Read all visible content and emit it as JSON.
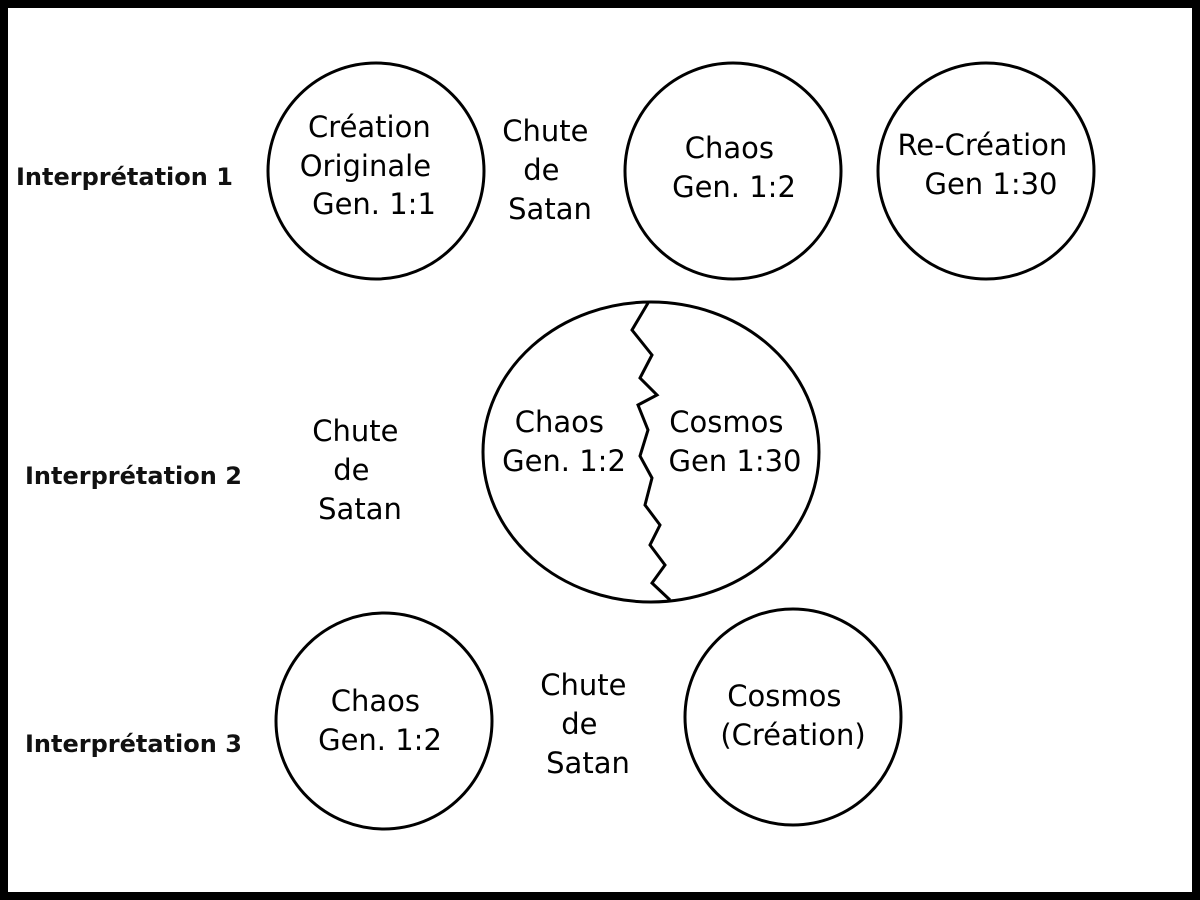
{
  "rows": [
    {
      "label": "Interprétation 1",
      "nodes": [
        {
          "lines": [
            "Création",
            "Originale",
            "Gen. 1:1"
          ]
        },
        {
          "lines": [
            "Chaos",
            "Gen. 1:2"
          ]
        },
        {
          "lines": [
            "Re-Création",
            "Gen 1:30"
          ]
        }
      ],
      "fall": [
        "Chute",
        "de",
        "Satan"
      ]
    },
    {
      "label": "Interprétation 2",
      "split": {
        "left": [
          "Chaos",
          "Gen. 1:2"
        ],
        "right": [
          "Cosmos",
          "Gen 1:30"
        ]
      },
      "fall": [
        "Chute",
        "de",
        "Satan"
      ]
    },
    {
      "label": "Interprétation 3",
      "nodes": [
        {
          "lines": [
            "Chaos",
            "Gen. 1:2"
          ]
        },
        {
          "lines": [
            "Cosmos",
            "(Création)"
          ]
        }
      ],
      "fall": [
        "Chute",
        "de",
        "Satan"
      ]
    }
  ]
}
